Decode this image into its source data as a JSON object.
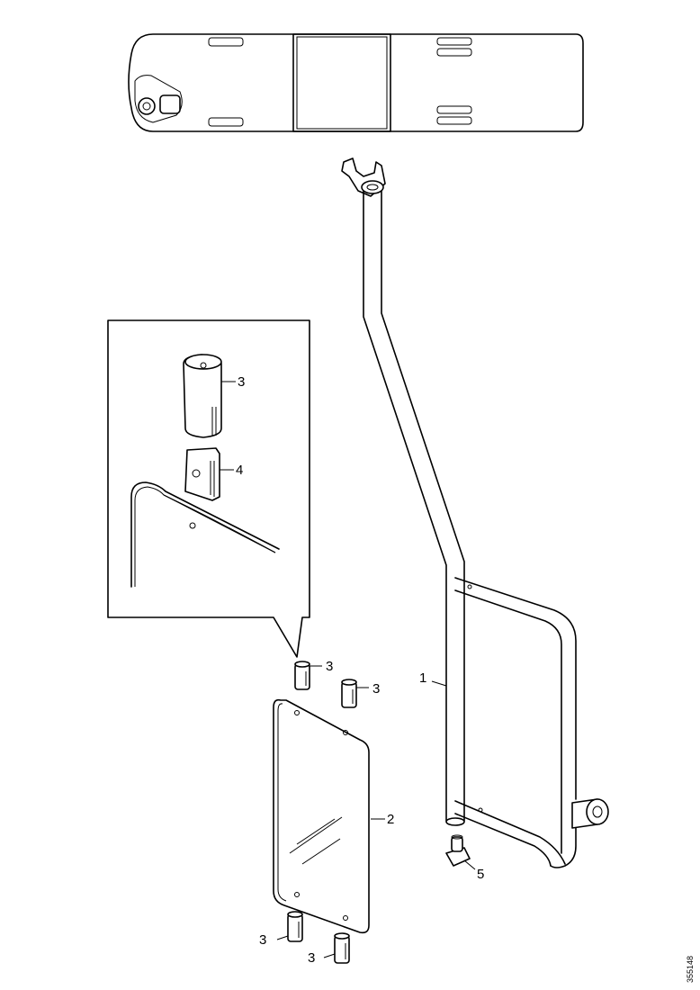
{
  "diagram": {
    "reference_code": "355148",
    "callouts": {
      "mirror_arm": "1",
      "mirror_glass": "2",
      "clip_top_left": "3",
      "clip_top_right": "3",
      "clip_bottom_left": "3",
      "clip_bottom_right": "3",
      "detail_clip": "3",
      "detail_insert": "4",
      "mount_base": "5"
    }
  }
}
